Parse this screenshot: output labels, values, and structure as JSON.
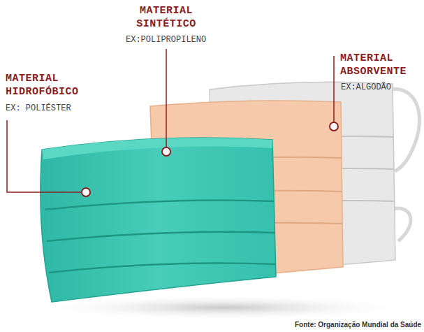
{
  "diagram": {
    "caption": "Fonte: Organização Mundial da Saúde",
    "labels": [
      "MATERIAL HIDROFÓBICO",
      "EX: POLIÉSTER",
      "MATERIAL SINTÉTICO",
      "EX:POLIPROPILENO",
      "MATERIAL ABSORVENTE",
      "EX:ALGODÃO"
    ]
  }
}
